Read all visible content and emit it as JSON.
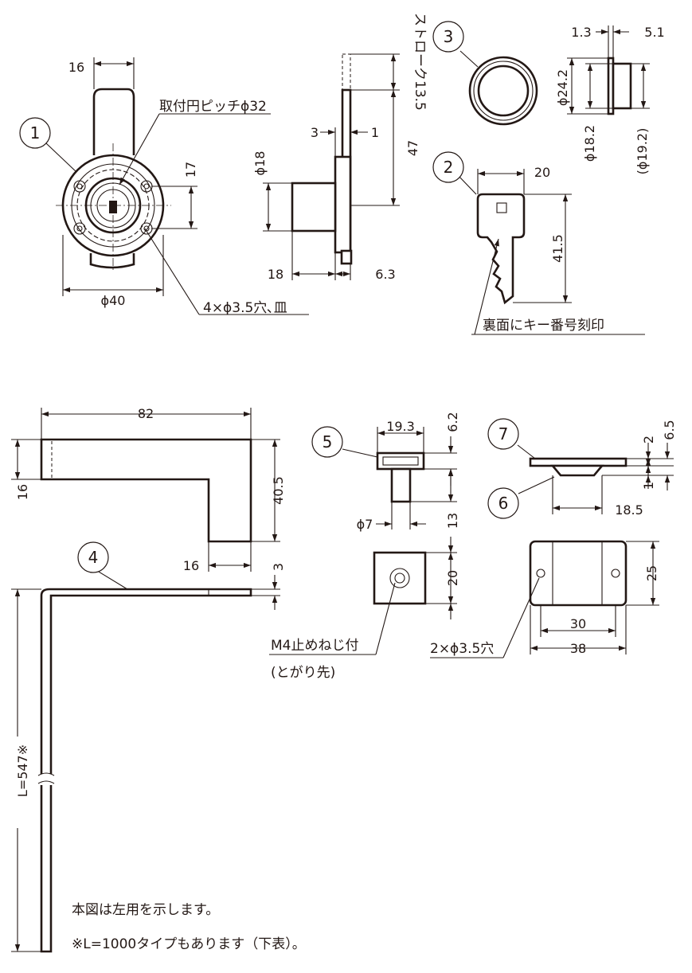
{
  "parts": {
    "p1": "1",
    "p2": "2",
    "p3": "3",
    "p4": "4",
    "p5": "5",
    "p6": "6",
    "p7": "7"
  },
  "lock": {
    "width_16": "16",
    "pitch_note": "取付円ピッチϕ32",
    "hole_pitch_17": "17",
    "diameter_40": "ϕ40",
    "holes_note": "4×ϕ3.5穴､皿"
  },
  "side": {
    "stroke_label": "ストローク13.5",
    "dim_3": "3",
    "dim_1": "1",
    "dim_47": "47",
    "dim_phi18": "ϕ18",
    "dim_18": "18",
    "dim_6_3": "6.3"
  },
  "ring": {
    "dim_1_3": "1.3",
    "dim_5_1": "5.1",
    "dim_phi24_2": "ϕ24.2",
    "dim_phi18_2": "ϕ18.2",
    "dim_phi19_2": "(ϕ19.2)"
  },
  "key": {
    "dim_20": "20",
    "dim_41_5": "41.5",
    "engrave_note": "裏面にキー番号刻印"
  },
  "bar": {
    "dim_82": "82",
    "dim_16_left": "16",
    "dim_40_5": "40.5",
    "dim_16_bottom": "16",
    "dim_3": "3",
    "length_label": "L=547※"
  },
  "catch": {
    "dim_19_3": "19.3",
    "dim_6_2": "6.2",
    "dim_phi7": "ϕ7",
    "dim_13": "13",
    "dim_20": "20",
    "screw_note_1": "M4止めねじ付",
    "screw_note_2": "(とがり先)"
  },
  "strike": {
    "dim_2": "2",
    "dim_6_5": "6.5",
    "dim_1": "1",
    "dim_18_5": "18.5",
    "dim_25": "25",
    "dim_30": "30",
    "dim_38": "38",
    "holes_note": "2×ϕ3.5穴"
  },
  "footer": {
    "line1": "本図は左用を示します。",
    "line2": "※L=1000タイプもあります（下表）。"
  }
}
